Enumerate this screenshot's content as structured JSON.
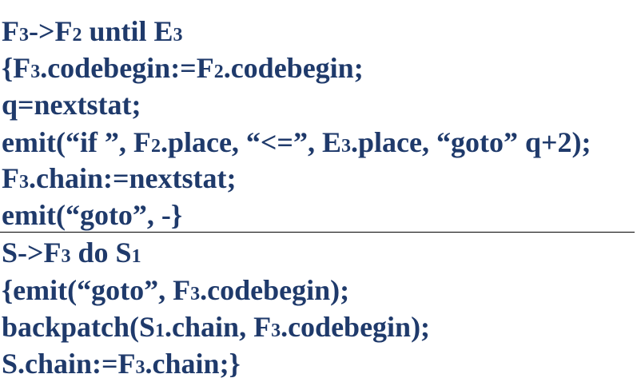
{
  "colors": {
    "text": "#1f3a6b",
    "divider": "#000000",
    "background": "#ffffff"
  },
  "rule1": {
    "lines": [
      [
        {
          "t": "F"
        },
        {
          "t": "3",
          "s": true
        },
        {
          "t": "->F"
        },
        {
          "t": "2",
          "s": true
        },
        {
          "t": " until E"
        },
        {
          "t": "3",
          "s": true
        }
      ],
      [
        {
          "t": "{F"
        },
        {
          "t": "3",
          "s": true
        },
        {
          "t": ".codebegin:=F"
        },
        {
          "t": "2",
          "s": true
        },
        {
          "t": ".codebegin;"
        }
      ],
      [
        {
          "t": "q=nextstat;"
        }
      ],
      [
        {
          "t": "emit(“if ”, F"
        },
        {
          "t": "2",
          "s": true
        },
        {
          "t": ".place, “<=”, E"
        },
        {
          "t": "3",
          "s": true
        },
        {
          "t": ".place, “goto” q+2);"
        }
      ],
      [
        {
          "t": "F"
        },
        {
          "t": "3",
          "s": true
        },
        {
          "t": ".chain:=nextstat;"
        }
      ],
      [
        {
          "t": "emit(“goto”, -}"
        }
      ]
    ]
  },
  "rule2": {
    "lines": [
      [
        {
          "t": "S->F"
        },
        {
          "t": "3",
          "s": true
        },
        {
          "t": " do S"
        },
        {
          "t": "1",
          "s": true
        }
      ],
      [
        {
          "t": "{emit(“goto”, F"
        },
        {
          "t": "3",
          "s": true
        },
        {
          "t": ".codebegin);"
        }
      ],
      [
        {
          "t": "backpatch(S"
        },
        {
          "t": "1",
          "s": true
        },
        {
          "t": ".chain, F"
        },
        {
          "t": "3",
          "s": true
        },
        {
          "t": ".codebegin);"
        }
      ],
      [
        {
          "t": "S.chain:=F"
        },
        {
          "t": "3",
          "s": true
        },
        {
          "t": ".chain;}"
        }
      ]
    ]
  }
}
